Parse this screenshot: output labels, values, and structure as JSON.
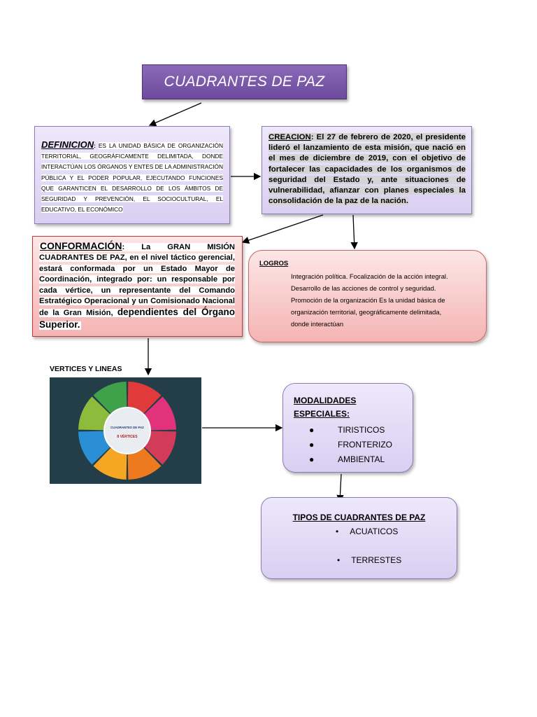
{
  "title": "CUADRANTES DE PAZ",
  "definicion": {
    "lead": "DEFINICION",
    "text": "ES LA UNIDAD BÁSICA DE ORGANIZACIÓN TERRITORIAL, GEOGRÁFICAMENTE DELIMITADA, DONDE INTERACTÚAN LOS ÓRGANOS Y ENTES DE LA ADMINISTRACIÓN PÚBLICA Y EL PODER POPULAR, EJECUTANDO FUNCIONES QUE GARANTICEN EL DESARROLLO DE LOS ÁMBITOS DE SEGURIDAD Y PREVENCIÓN, EL SOCIOCULTURAL, EL EDUCATIVO, EL ECONÓMICO"
  },
  "creacion": {
    "lead": "CREACION",
    "text": "El 27 de febrero de 2020, el presidente lideró el lanzamiento de esta misión, que nació en el mes de diciembre de 2019, con el objetivo de fortalecer las capacidades de los organismos de seguridad del Estado y, ante situaciones de vulnerabilidad, afianzar con planes especiales la consolidación de la paz de la nación."
  },
  "conformacion": {
    "lead": "CONFORMACIÓN",
    "text_a": "La GRAN MISIÓN CUADRANTES DE PAZ, en el nivel táctico gerencial, estará conformada por un Estado Mayor de Coordinación, integrado por: un responsable por cada vértice, un representante del Comando Estratégico Operacional y un Comisionado Nacional de la Gran Misión,",
    "text_b": "dependientes del Órgano Superior."
  },
  "logros": {
    "title": "LOGROS",
    "text": "Integración política. Focalización de la acción integral. Desarrollo de las acciones de control y seguridad. Promoción de la organización Es la unidad básica de organización territorial, geográficamente delimitada, donde interactúan"
  },
  "vertices": {
    "label": "VERTICES Y LINEAS",
    "center_title": "CUADRANTES DE PAZ",
    "center_sub": "8 VÉRTICES"
  },
  "modalidades": {
    "title_line1": "MODALIDADES",
    "title_line2": "ESPECIALES:",
    "items": [
      "TIRISTICOS",
      "FRONTERIZO",
      "AMBIENTAL"
    ]
  },
  "tipos": {
    "title": "TIPOS DE CUADRANTES DE PAZ",
    "items": [
      "ACUATICOS",
      "TERRESTES"
    ]
  },
  "colors": {
    "title_bg": "#6d4a9c",
    "lavender": "#d9cff2",
    "pink": "#f5b4b4",
    "wheel": [
      "#e03a3a",
      "#e3327c",
      "#d33b5b",
      "#ee7a1f",
      "#f5a623",
      "#2b8fd6",
      "#8dbb3b",
      "#3fa24a"
    ]
  }
}
